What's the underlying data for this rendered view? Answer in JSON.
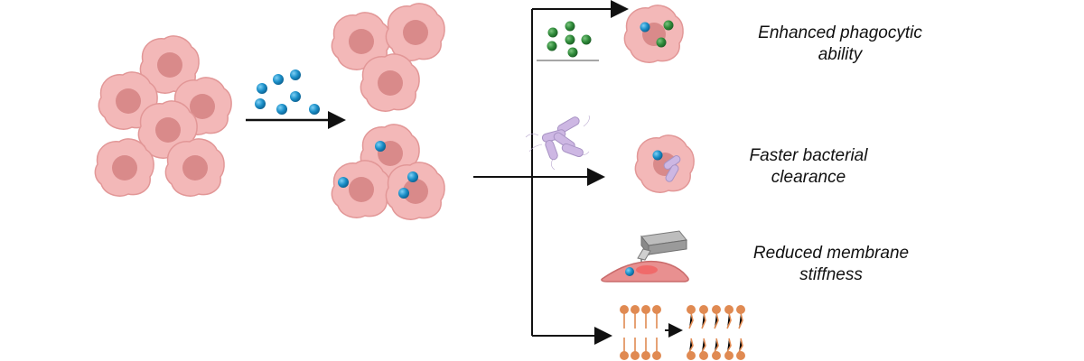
{
  "outcomes": [
    {
      "line1": "Enhanced phagocytic",
      "line2": "ability"
    },
    {
      "line1": "Faster bacterial",
      "line2": "clearance"
    },
    {
      "line1": "Reduced membrane",
      "line2": "stiffness"
    }
  ],
  "colors": {
    "cell_fill": "#f3b8b8",
    "cell_edge": "#e29797",
    "nucleus": "#d98a8a",
    "particle_blue": "#1b8fc8",
    "particle_green": "#2f8b3a",
    "bacteria": "#cdb7e3",
    "lipid_head": "#e08a52",
    "arrow": "#111111"
  },
  "icons": [
    "macrophage-cell-icon",
    "nanoparticle-icon",
    "bacteria-icon",
    "afm-probe-icon",
    "lipid-bilayer-icon"
  ]
}
